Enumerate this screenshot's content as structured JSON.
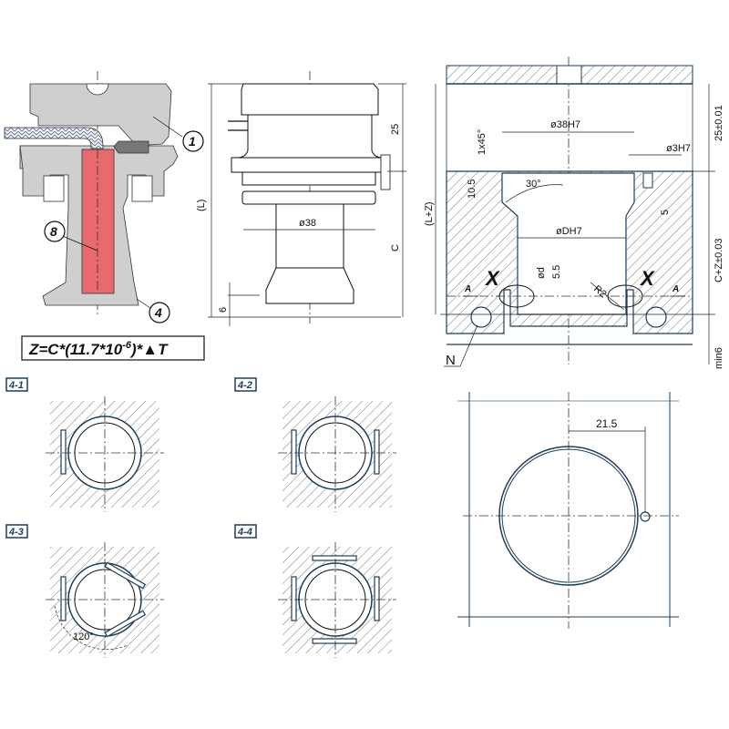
{
  "figure": {
    "callouts": {
      "part_1": "1",
      "part_4": "4",
      "part_8": "8"
    },
    "formula": "Z=C*(11.7*10",
    "formula_exp": "-6",
    "formula_tail": ")*▲T",
    "side_view": {
      "dim_L": "(L)",
      "dim_25": "25",
      "dim_C": "C",
      "dim_d38": "ø38",
      "dim_6": "6"
    },
    "section_view": {
      "dim_LZ": "(L+Z)",
      "dim_25tol": "25±0.01",
      "dim_d38H7": "ø38H7",
      "dim_chamfer": "1x45°",
      "dim_d3H7": "ø3H7",
      "dim_10_5": "10.5",
      "dim_30deg": "30°",
      "dim_5": "5",
      "dim_dDH7": "øDH7",
      "dim_dd": "ød",
      "dim_5_5": "5.5",
      "dim_R2": "R2",
      "dim_CZ": "C+Z±0.03",
      "dim_min6": "min6",
      "label_X_left": "X",
      "label_X_right": "X",
      "label_A_left": "A",
      "label_A_right": "A",
      "label_N": "N"
    },
    "variants": [
      {
        "tag": "4-1"
      },
      {
        "tag": "4-2"
      },
      {
        "tag": "4-3",
        "angle": "120°"
      },
      {
        "tag": "4-4"
      }
    ],
    "top_view": {
      "dim_21_5": "21.5"
    },
    "colors": {
      "outline_blue": "#1f3d5a",
      "insert_red": "#e86a6e",
      "body_grey": "#cfcfcf"
    }
  }
}
